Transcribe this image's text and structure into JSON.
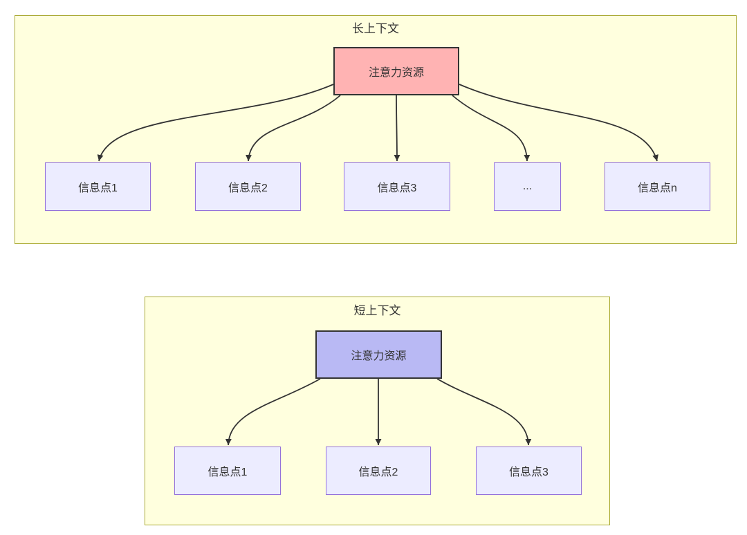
{
  "diagram": {
    "colors": {
      "cluster_fill": "#ffffde",
      "cluster_border": "#aaaa33",
      "info_node_fill": "#ececff",
      "info_node_border": "#9370db",
      "long_root_fill": "#ffb3b3",
      "short_root_fill": "#b9b9f4",
      "root_node_border": "#333333",
      "edge_color": "#333333",
      "text_color": "#333333"
    },
    "long_context": {
      "title": "长上下文",
      "root_label": "注意力资源",
      "children": [
        {
          "label": "信息点1"
        },
        {
          "label": "信息点2"
        },
        {
          "label": "信息点3"
        },
        {
          "label": "..."
        },
        {
          "label": "信息点n"
        }
      ]
    },
    "short_context": {
      "title": "短上下文",
      "root_label": "注意力资源",
      "children": [
        {
          "label": "信息点1"
        },
        {
          "label": "信息点2"
        },
        {
          "label": "信息点3"
        }
      ]
    }
  }
}
